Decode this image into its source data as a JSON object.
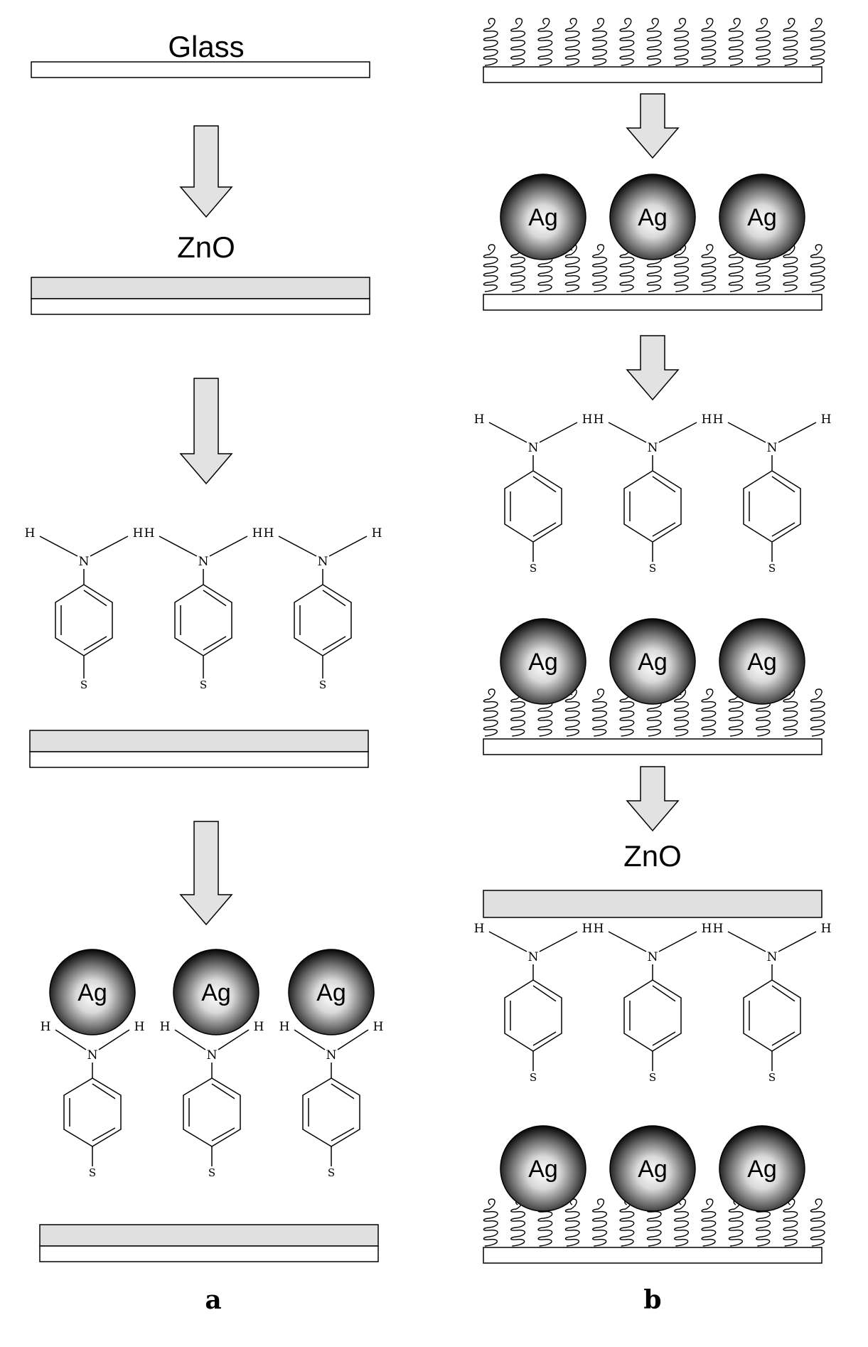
{
  "labels": {
    "glass": "Glass",
    "zno_a": "ZnO",
    "zno_b": "ZnO",
    "panel_a": "a",
    "panel_b": "b"
  },
  "atoms": {
    "hydrogen": "H",
    "nitrogen": "N",
    "sulfur": "S",
    "silver": "Ag"
  },
  "colors": {
    "zno_layer": "#e0e0e0",
    "arrow_fill": "#e2e2e2",
    "ag_center": "#ffffff",
    "ag_edge": "#000000"
  }
}
